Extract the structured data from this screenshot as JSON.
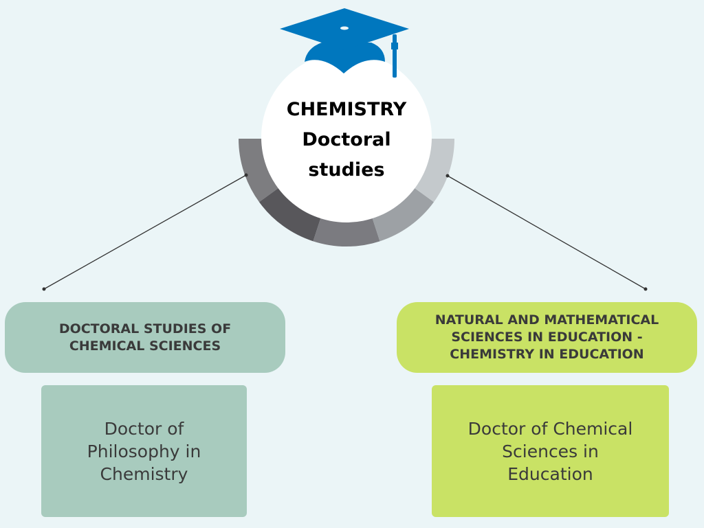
{
  "colors": {
    "background": "#ebf5f7",
    "cap": "#0077be",
    "ring": [
      "#7d7d80",
      "#58575b",
      "#7b7b80",
      "#9da1a5",
      "#c4c9cc"
    ],
    "left": "#a8cbbe",
    "right": "#c9e265"
  },
  "center": {
    "line1": "CHEMISTRY",
    "line2": "Doctoral",
    "line3": "studies"
  },
  "left": {
    "heading": "DOCTORAL STUDIES OF CHEMICAL SCIENCES",
    "degree": "Doctor of Philosophy in Chemistry"
  },
  "right": {
    "heading": "NATURAL AND MATHEMATICAL SCIENCES IN EDUCATION - CHEMISTRY IN EDUCATION",
    "degree": "Doctor of Chemical Sciences in Education"
  }
}
